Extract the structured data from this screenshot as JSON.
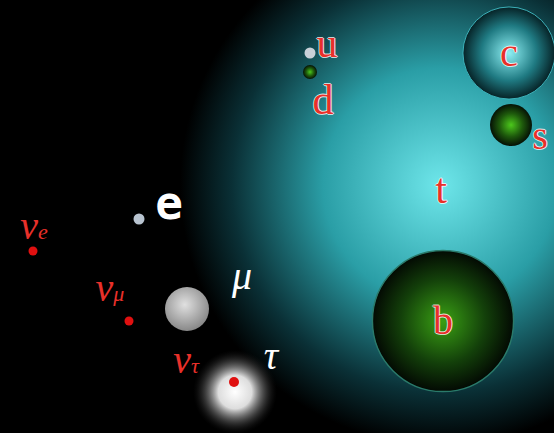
{
  "diagram": {
    "nodes": [
      {
        "text": [
          "c"
        ]
      },
      {
        "text": [
          "b"
        ]
      }
    ],
    "labels": [
      "νe",
      "e",
      "νμ",
      "μ",
      "ντ",
      "τ",
      "u",
      "d",
      "t",
      "s"
    ]
  }
}
